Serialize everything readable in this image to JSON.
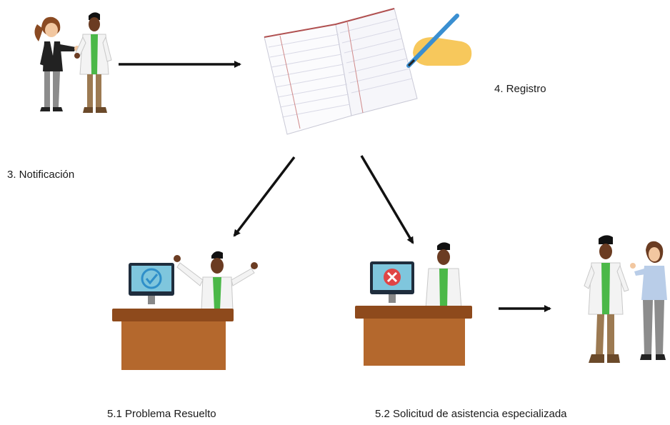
{
  "steps": {
    "notification": {
      "label": "3. Notificación"
    },
    "registry": {
      "label": "4. Registro"
    },
    "resolved": {
      "label": "5.1 Problema Resuelto"
    },
    "escalation": {
      "label": "5.2 Solicitud de asistencia especializada"
    }
  },
  "colors": {
    "arrow": "#111111",
    "desk_top": "#8e4a1c",
    "desk_body": "#b4682d",
    "monitor": "#1f2d3d",
    "screen": "#7fc6dd",
    "check": "#2f8fc9",
    "error": "#e04545",
    "coat": "#f3f3f3",
    "shirt_green": "#4bb848",
    "skin_dark": "#6b3c22",
    "hair_dark": "#111111",
    "skin_light": "#f2c7a0",
    "hair_brown": "#8a4a22",
    "suit": "#222222",
    "pants_gray": "#8c8c8c",
    "shirt_blue": "#b9cde8",
    "hand_yellow": "#f7c85c",
    "pen_blue": "#3a8fd1"
  },
  "icons": [
    "people-meeting-icon",
    "ledger-book-icon",
    "writing-hand-icon",
    "computer-check-icon",
    "computer-error-icon",
    "specialist-consult-icon"
  ]
}
